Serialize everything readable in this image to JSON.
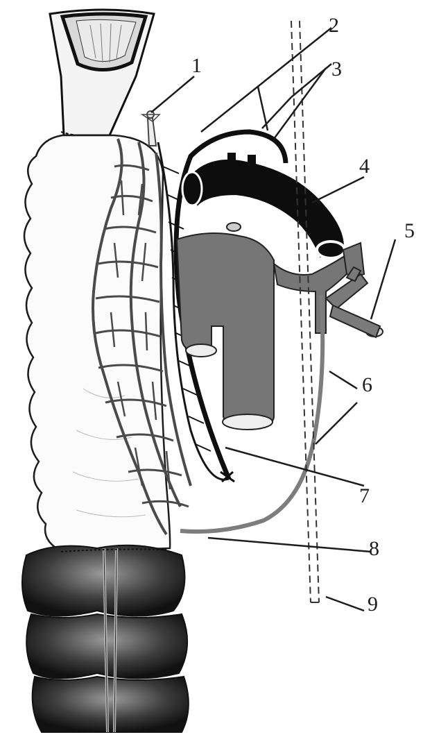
{
  "figure": {
    "labels": [
      {
        "id": "1",
        "text": "1"
      },
      {
        "id": "2",
        "text": "2"
      },
      {
        "id": "3",
        "text": "3"
      },
      {
        "id": "4",
        "text": "4"
      },
      {
        "id": "5",
        "text": "5"
      },
      {
        "id": "6",
        "text": "6"
      },
      {
        "id": "7",
        "text": "7"
      },
      {
        "id": "8",
        "text": "8"
      },
      {
        "id": "9",
        "text": "9"
      }
    ],
    "colors": {
      "ink": "#1c1c1c",
      "dark_vessel": "#111111",
      "gray_vessel": "#6f6f6f",
      "pale_organ": "#fbfbfb",
      "colon_shade": "#3a3a3a"
    }
  }
}
